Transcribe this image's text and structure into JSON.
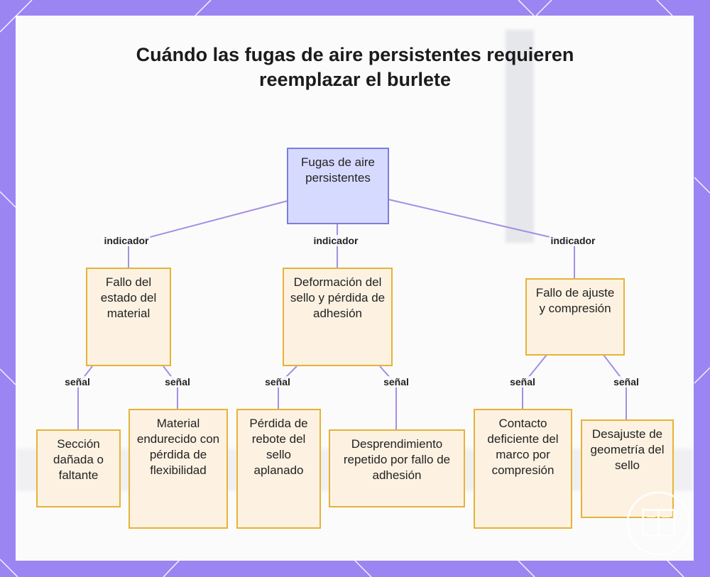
{
  "title": "Cuándo las fugas de aire persistentes requieren reemplazar el burlete",
  "colors": {
    "frame": "#9b85f2",
    "root_fill": "#d7daff",
    "root_border": "#7b7ed9",
    "node_fill": "#fdf2e2",
    "node_border": "#e6b337",
    "edge": "#a58ee3"
  },
  "nodes": {
    "root": "Fugas de aire persistentes",
    "fallo_material": "Fallo del estado del material",
    "deformacion": "Deformación del sello y pérdida de adhesión",
    "ajuste": "Fallo de ajuste y compresión",
    "seccion": "Sección dañada o faltante",
    "endurecido": "Material endurecido con pérdida de flexibilidad",
    "rebote": "Pérdida de rebote del sello aplanado",
    "desprendimiento": "Desprendimiento repetido por fallo de adhesión",
    "contacto": "Contacto deficiente del marco por compresión",
    "desajuste": "Desajuste de geometría del sello"
  },
  "edge_labels": {
    "indicador_1": "indicador",
    "indicador_2": "indicador",
    "indicador_3": "indicador",
    "senal_1": "señal",
    "senal_2": "señal",
    "senal_3": "señal",
    "senal_4": "señal",
    "senal_5": "señal",
    "senal_6": "señal"
  },
  "watermark_icon": "book-logo-icon"
}
